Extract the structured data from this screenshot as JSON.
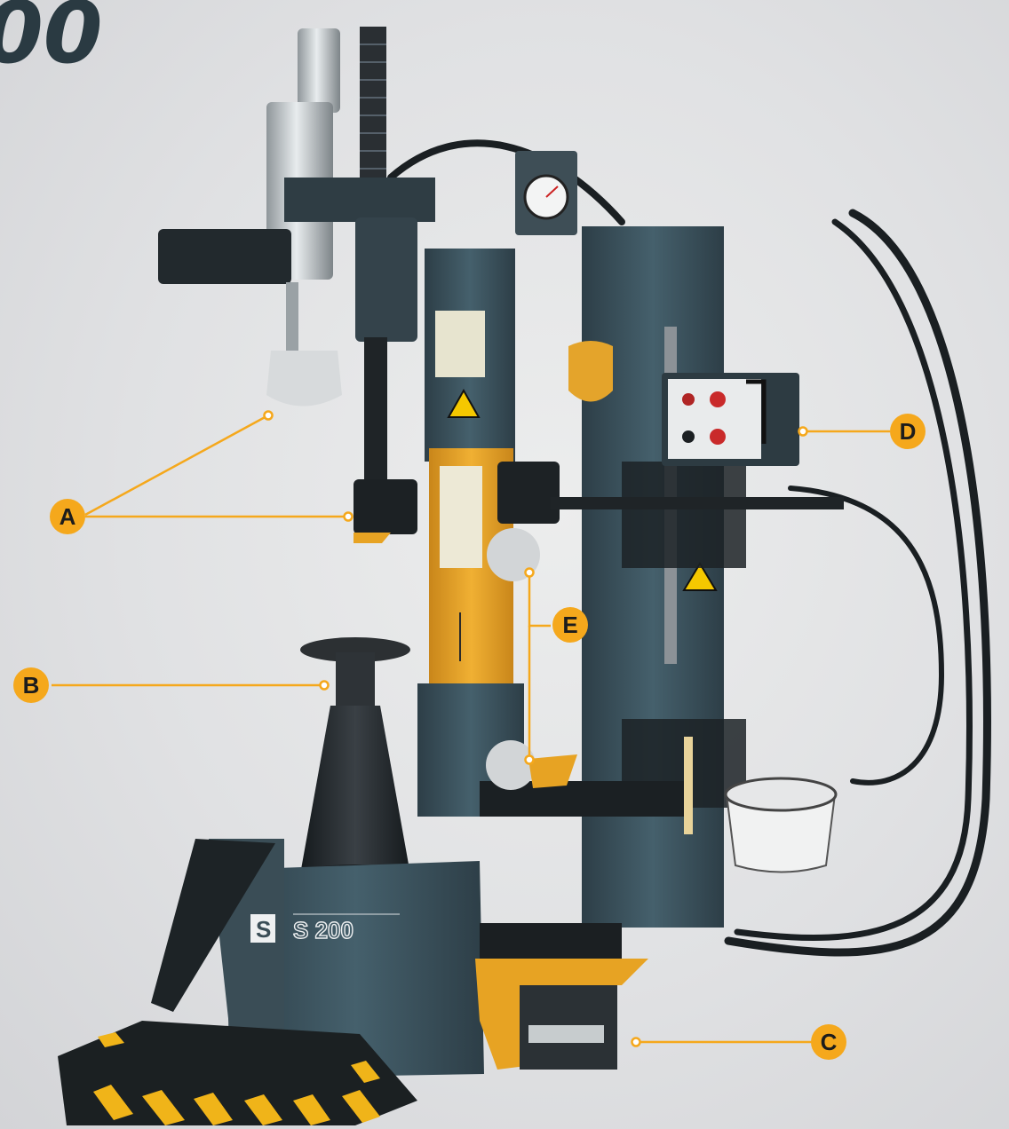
{
  "logo": {
    "text": "00"
  },
  "machine": {
    "brand_mark": "S",
    "model_plate": "S 200"
  },
  "callouts": [
    {
      "id": "A",
      "label": "A"
    },
    {
      "id": "B",
      "label": "B"
    },
    {
      "id": "C",
      "label": "C"
    },
    {
      "id": "D",
      "label": "D"
    },
    {
      "id": "E",
      "label": "E"
    }
  ],
  "colors": {
    "accent": "#f5a81c",
    "machine_body": "#3f5661",
    "machine_dark": "#2b3b44",
    "column_yellow": "#e7a323",
    "background": "#e2e3e5",
    "logo": "#2a3a42"
  }
}
